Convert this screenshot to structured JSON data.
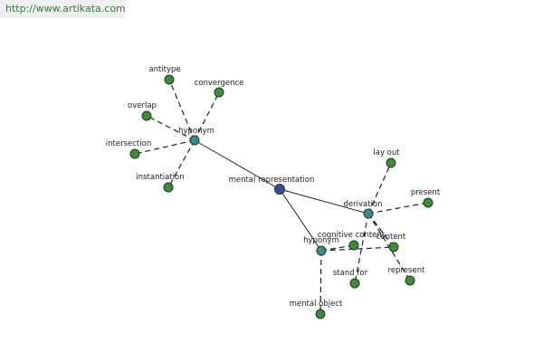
{
  "watermark": {
    "url": "http://www.artikata.com"
  },
  "colors": {
    "center": "#3a4a9a",
    "category": "#3d8a8a",
    "leaf": "#3f8a3f",
    "edge": "#222222"
  },
  "graph": {
    "nodes": [
      {
        "id": "mental-representation",
        "label": "mental representation",
        "kind": "center"
      },
      {
        "id": "hyponym-1",
        "label": "hyponym",
        "kind": "category"
      },
      {
        "id": "derivation",
        "label": "derivation",
        "kind": "category"
      },
      {
        "id": "hyponym-2",
        "label": "hyponym",
        "kind": "category"
      },
      {
        "id": "antitype",
        "label": "antitype",
        "kind": "leaf"
      },
      {
        "id": "convergence",
        "label": "convergence",
        "kind": "leaf"
      },
      {
        "id": "overlap",
        "label": "overlap",
        "kind": "leaf"
      },
      {
        "id": "intersection",
        "label": "intersection",
        "kind": "leaf"
      },
      {
        "id": "instantiation",
        "label": "instantiation",
        "kind": "leaf"
      },
      {
        "id": "lay-out",
        "label": "lay out",
        "kind": "leaf"
      },
      {
        "id": "present",
        "label": "present",
        "kind": "leaf"
      },
      {
        "id": "content",
        "label": "content",
        "kind": "leaf"
      },
      {
        "id": "represent",
        "label": "represent",
        "kind": "leaf"
      },
      {
        "id": "cognitive-content",
        "label": "cognitive content",
        "kind": "leaf"
      },
      {
        "id": "stand-for",
        "label": "stand for",
        "kind": "leaf"
      },
      {
        "id": "mental-object",
        "label": "mental object",
        "kind": "leaf"
      }
    ],
    "edges": [
      {
        "from": "mental-representation",
        "to": "hyponym-1",
        "style": "solid"
      },
      {
        "from": "mental-representation",
        "to": "derivation",
        "style": "solid"
      },
      {
        "from": "mental-representation",
        "to": "hyponym-2",
        "style": "solid"
      },
      {
        "from": "hyponym-1",
        "to": "antitype",
        "style": "dashed"
      },
      {
        "from": "hyponym-1",
        "to": "convergence",
        "style": "dashed"
      },
      {
        "from": "hyponym-1",
        "to": "overlap",
        "style": "dashed"
      },
      {
        "from": "hyponym-1",
        "to": "intersection",
        "style": "dashed"
      },
      {
        "from": "hyponym-1",
        "to": "instantiation",
        "style": "dashed"
      },
      {
        "from": "derivation",
        "to": "lay-out",
        "style": "dashed"
      },
      {
        "from": "derivation",
        "to": "present",
        "style": "dashed"
      },
      {
        "from": "derivation",
        "to": "content",
        "style": "dashed"
      },
      {
        "from": "derivation",
        "to": "represent",
        "style": "dashed"
      },
      {
        "from": "derivation",
        "to": "stand-for",
        "style": "dashed"
      },
      {
        "from": "hyponym-2",
        "to": "content",
        "style": "dashed"
      },
      {
        "from": "hyponym-2",
        "to": "cognitive-content",
        "style": "dashed"
      },
      {
        "from": "hyponym-2",
        "to": "mental-object",
        "style": "dashed"
      }
    ]
  }
}
